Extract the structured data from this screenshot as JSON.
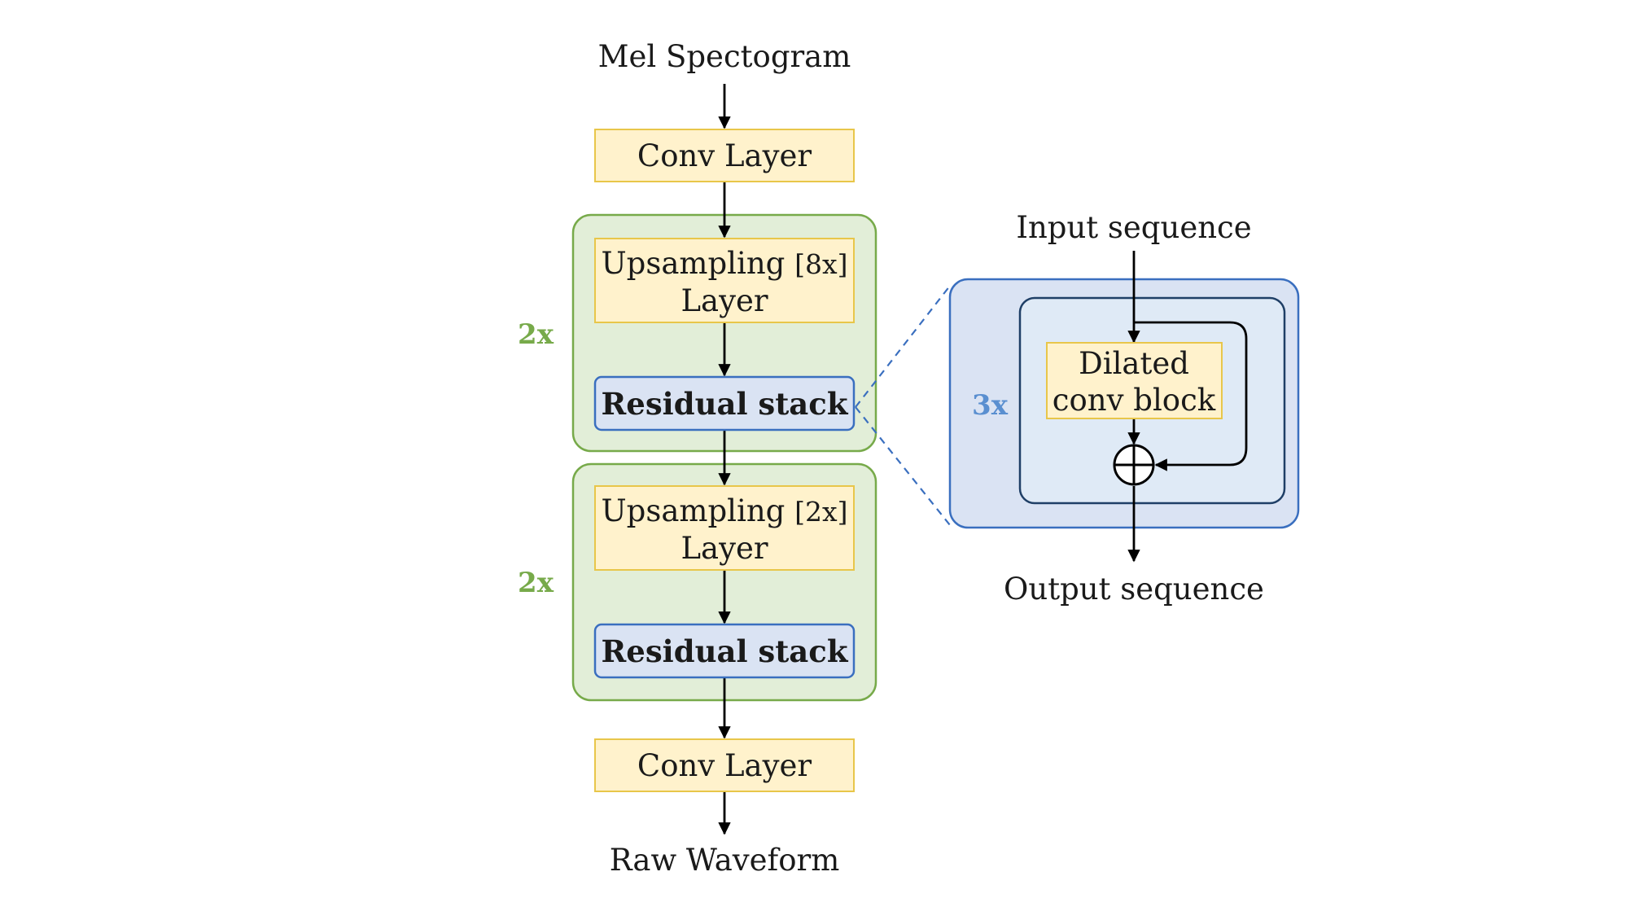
{
  "colors": {
    "yellow_fill": "#fff2cc",
    "yellow_stroke": "#e8c64a",
    "green_fill": "#e2eed8",
    "green_stroke": "#77aa4a",
    "blue_fill": "#dae3f3",
    "blue_stroke": "#3a6fbf",
    "inner_fill": "#dfeaf6",
    "inner_stroke": "#1f3f66",
    "green_label": "#77aa4a",
    "blue_label": "#5a8fd0",
    "arrow": "#000000"
  },
  "generator": {
    "input_label": "Mel Spectogram",
    "conv_in": "Conv Layer",
    "block1": {
      "multiplier": "2x",
      "upsample_line1": "Upsampling",
      "upsample_factor": "[8x]",
      "upsample_line2": "Layer",
      "residual": "Residual stack"
    },
    "block2": {
      "multiplier": "2x",
      "upsample_line1": "Upsampling",
      "upsample_factor": "[2x]",
      "upsample_line2": "Layer",
      "residual": "Residual stack"
    },
    "conv_out": "Conv Layer",
    "output_label": "Raw Waveform"
  },
  "residual_detail": {
    "input_label": "Input sequence",
    "multiplier": "3x",
    "dilated_line1": "Dilated",
    "dilated_line2": "conv block",
    "add_symbol": "plus-circle-icon",
    "output_label": "Output sequence"
  }
}
